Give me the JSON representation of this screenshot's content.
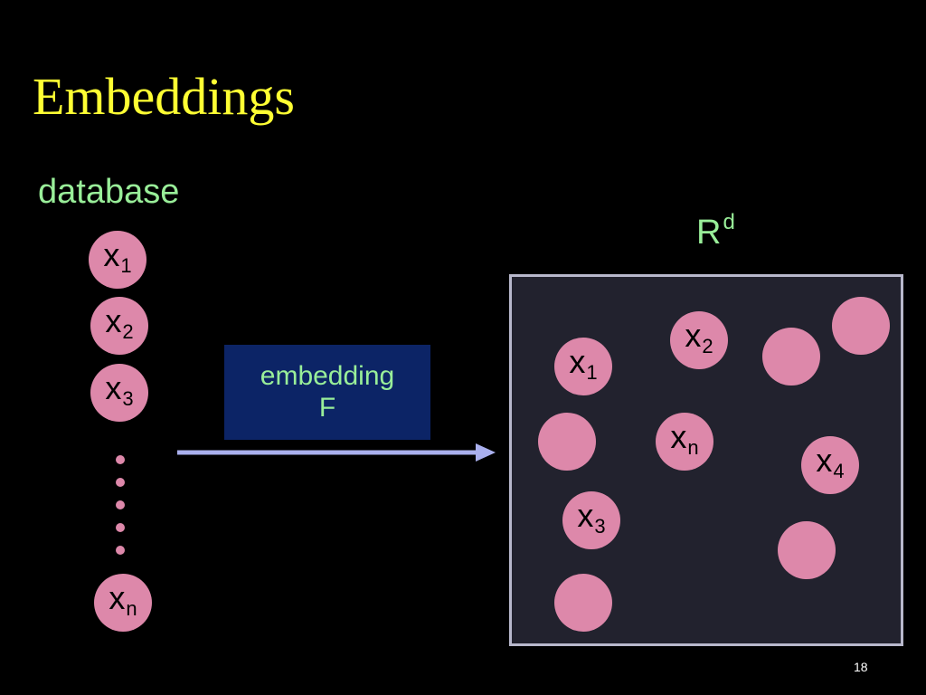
{
  "slide": {
    "title": "Embeddings",
    "page_number": "18"
  },
  "database": {
    "label": "database",
    "items": [
      {
        "base": "x",
        "sub": "1"
      },
      {
        "base": "x",
        "sub": "2"
      },
      {
        "base": "x",
        "sub": "3"
      },
      {
        "base": "x",
        "sub": "n"
      }
    ],
    "ellipsis_dot_count": 5
  },
  "embedding": {
    "line1": "embedding",
    "line2": "F"
  },
  "space": {
    "label_base": "R",
    "label_sup": "d",
    "labeled_points": [
      {
        "base": "x",
        "sub": "1"
      },
      {
        "base": "x",
        "sub": "2"
      },
      {
        "base": "x",
        "sub": "n"
      },
      {
        "base": "x",
        "sub": "4"
      },
      {
        "base": "x",
        "sub": "3"
      }
    ],
    "unlabeled_point_count": 5
  },
  "colors": {
    "background": "#000000",
    "title": "#ffff33",
    "label_green": "#99ee99",
    "node_pink": "#dd88aa",
    "embed_box": "#0c2466",
    "arrow": "#aab0ee",
    "space_fill": "#22222e",
    "space_border": "#b8b8cc"
  }
}
